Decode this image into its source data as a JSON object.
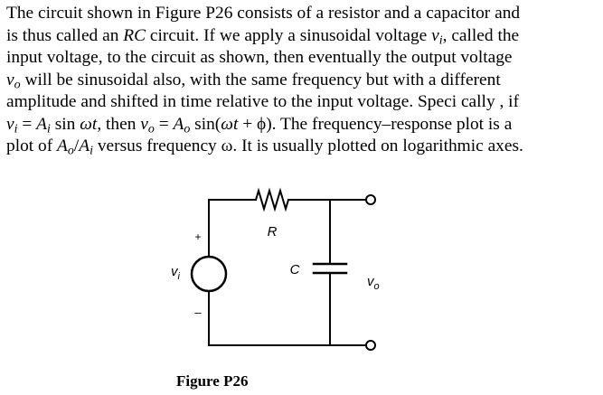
{
  "problem": {
    "line1": "The circuit shown in Figure P26 consists of a resistor and a capacitor and",
    "line2": {
      "a": "is thus called an ",
      "b": "RC",
      "c": " circuit. If we apply a sinusoidal voltage ",
      "v": "v",
      "i": "i",
      "d": ", called the"
    },
    "line3": "input voltage, to the circuit as shown, then eventually the output voltage",
    "line4": {
      "v": "v",
      "o": "o",
      "rest": " will be sinusoidal also, with the same frequency but with a different"
    },
    "line5": "amplitude and shifted in time relative to the input voltage. Speci cally , if",
    "line6": {
      "v1": "v",
      "s1": "i",
      "eq1": " = ",
      "A1": "A",
      "s2": "i",
      "sin1": " sin ",
      "wt1": "ωt",
      "then": ", then ",
      "v2": "v",
      "s3": "o",
      "eq2": " = ",
      "A2": "A",
      "s4": "o",
      "sin2": " sin(",
      "wt2": "ωt",
      "plus": " + ϕ). The frequency–response plot is a"
    },
    "line7": {
      "a": "plot of ",
      "A1": "A",
      "s1": "o",
      "slash": "/",
      "A2": "A",
      "s2": "i",
      "b": " versus frequency ω. It is usually plotted on logarithmic axes."
    }
  },
  "figure": {
    "resistor_label": "R",
    "capacitor_label": "C",
    "input_label": "v",
    "input_sub": "i",
    "output_label": "v",
    "output_sub": "o",
    "plus_sign": "+",
    "minus_sign": "–",
    "caption": "Figure P26"
  }
}
